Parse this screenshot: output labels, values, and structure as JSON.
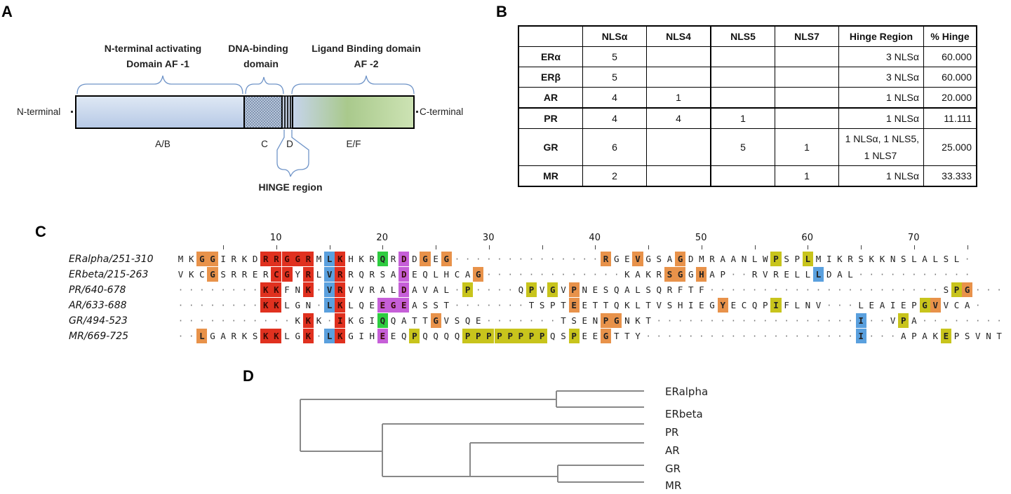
{
  "panel_labels": {
    "a": "A",
    "b": "B",
    "c": "C",
    "d": "D"
  },
  "panel_a": {
    "n_domain_line1": "N-terminal activating",
    "n_domain_line2": "Domain AF -1",
    "dbd_line1": "DNA-binding",
    "dbd_line2": "domain",
    "lbd_line1": "Ligand Binding domain",
    "lbd_line2": "AF -2",
    "n_terminal": "N-terminal",
    "c_terminal": "C-terminal",
    "seg_ab": "A/B",
    "seg_c": "C",
    "seg_d": "D",
    "seg_ef": "E/F",
    "hinge": "HINGE region"
  },
  "panel_b": {
    "headers": [
      "",
      "NLSα",
      "NLS4",
      "NLS5",
      "NLS7",
      "Hinge Region",
      "% Hinge"
    ],
    "rows": [
      {
        "receptor": "ERα",
        "nlsa": "5",
        "nls4": "",
        "nls5": "",
        "nls7": "",
        "hinge": "3 NLSα",
        "pct": "60.000"
      },
      {
        "receptor": "ERβ",
        "nlsa": "5",
        "nls4": "",
        "nls5": "",
        "nls7": "",
        "hinge": "3 NLSα",
        "pct": "60.000"
      },
      {
        "receptor": "AR",
        "nlsa": "4",
        "nls4": "1",
        "nls5": "",
        "nls7": "",
        "hinge": "1 NLSα",
        "pct": "20.000"
      },
      {
        "receptor": "PR",
        "nlsa": "4",
        "nls4": "4",
        "nls5": "1",
        "nls7": "",
        "hinge": "1 NLSα",
        "pct": "11.111"
      },
      {
        "receptor": "GR",
        "nlsa": "6",
        "nls4": "",
        "nls5": "5",
        "nls7": "1",
        "hinge_line1": "1 NLSα, 1 NLS5,",
        "hinge_line2": "1 NLS7",
        "pct": "25.000"
      },
      {
        "receptor": "MR",
        "nlsa": "2",
        "nls4": "",
        "nls5": "",
        "nls7": "1",
        "hinge": "1 NLSα",
        "pct": "33.333"
      }
    ]
  },
  "panel_c": {
    "ruler": [
      "10",
      "20",
      "30",
      "40",
      "50",
      "60",
      "70"
    ],
    "sequences": [
      {
        "name": "ERalpha/251-310",
        "seq": "MKGGIRKDRRGGRMLKHKRQRDDGEG--------------RGEVGSAGDMRAANLWPSPLMIKRSKKNSLALSL-"
      },
      {
        "name": "ERbeta/215-263",
        "seq": "VKCGSRRERCGYRLVRRQRSADEQLHCAG-------------KAKRSGGHAP--RVRELLLDAL-----------"
      },
      {
        "name": "PR/640-678",
        "seq": "--------KKFNK-VRVVRALDAVAL-P----QPVGVPNESQALSQRFTF----------------------SPG---"
      },
      {
        "name": "AR/633-688",
        "seq": "--------KKLGN-LKLQEEGEASST-------TSPTEETTQKLTVSHIEGYECQPIFLNV---LEAIEPGVVCA-"
      },
      {
        "name": "GR/494-523",
        "seq": "-----------KKK-IKGIQQATTGVSQE-------TSENPGNKT-------------------I--VPA--------"
      },
      {
        "name": "MR/669-725",
        "seq": "--LGARKSKKLGK-LKGIHEEQPQQQQPPPPPPPPQSPEEGTTY--------------------I---APAKEPSVNTALVP"
      }
    ],
    "highlight_colors": {
      "red": "#e0311f",
      "orange": "#e8924a",
      "blue": "#5aa0de",
      "green": "#2ecc40",
      "magenta": "#c65fd8",
      "olive": "#c8c41c"
    }
  },
  "panel_d": {
    "leaves": [
      "ERalpha",
      "ERbeta",
      "PR",
      "AR",
      "GR",
      "MR"
    ]
  }
}
